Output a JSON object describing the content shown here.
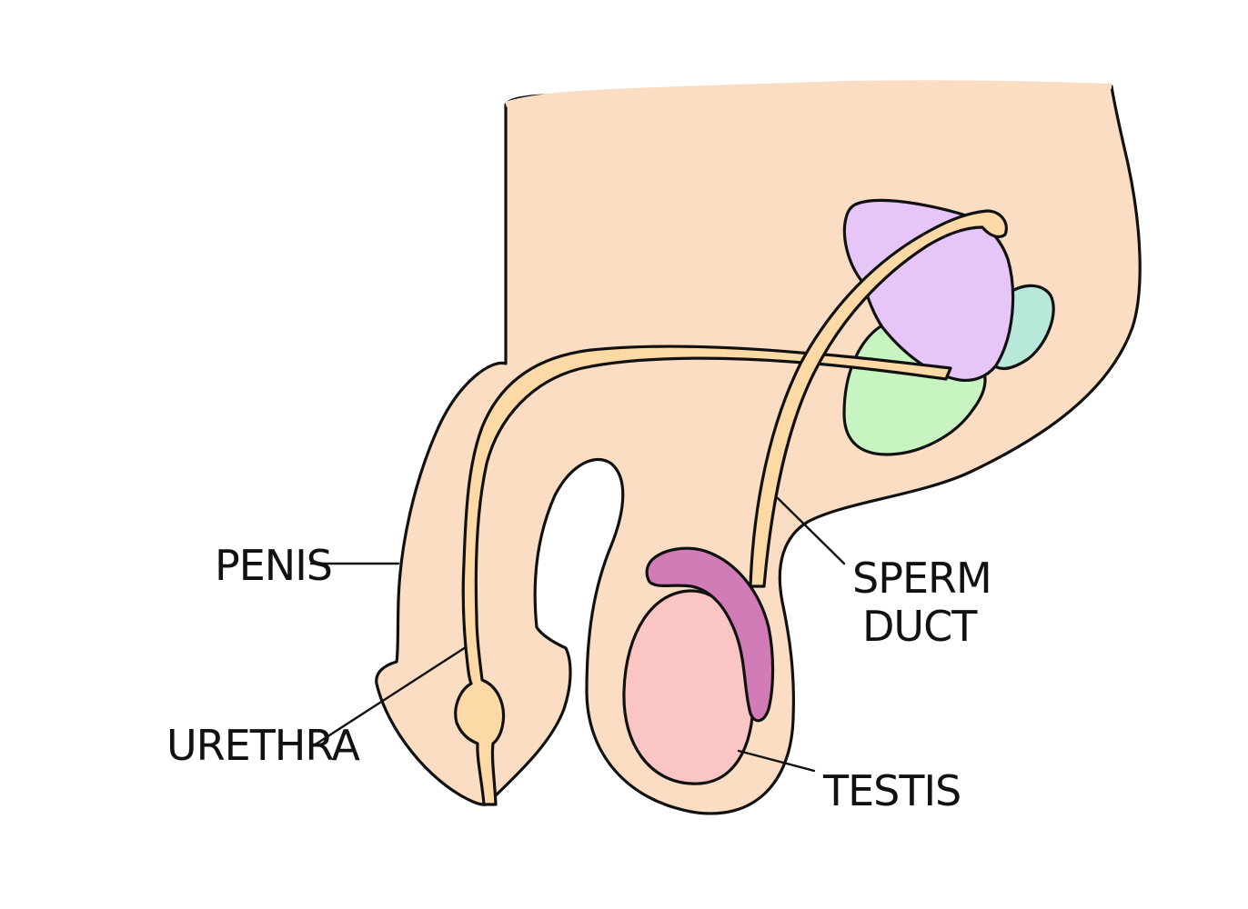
{
  "diagram": {
    "labels": {
      "penis": "PENIS",
      "urethra": "URETHRA",
      "sperm_duct_line1": "SPERM",
      "sperm_duct_line2": "DUCT",
      "testis": "TESTIS"
    },
    "colors": {
      "skin": "#FBDDC4",
      "duct": "#FDD9A6",
      "bladder": "#E6C6F8",
      "seminal_vesicle": "#B8E8DA",
      "prostate": "#C8F4C2",
      "epididymis": "#D17BB7",
      "testis": "#FBC5C3",
      "outline": "#111111"
    }
  }
}
